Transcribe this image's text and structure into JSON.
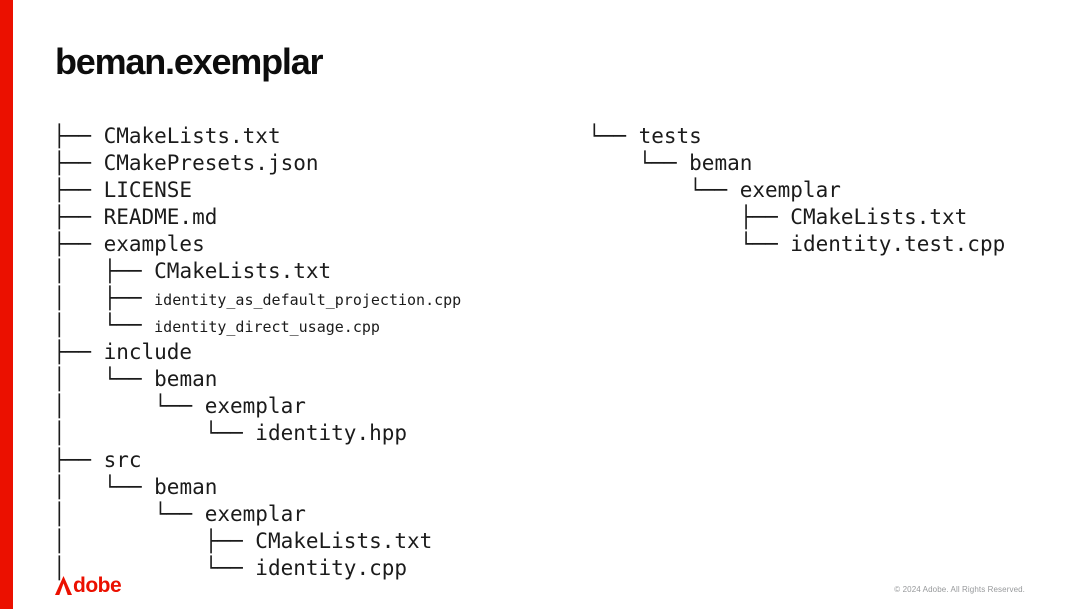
{
  "slide": {
    "title": "beman.exemplar",
    "accent_color": "#EB1000",
    "tree_text_color": "#1b1b1b"
  },
  "tree_left": {
    "lines": [
      {
        "prefix": "├── ",
        "name": "CMakeLists.txt"
      },
      {
        "prefix": "├── ",
        "name": "CMakePresets.json"
      },
      {
        "prefix": "├── ",
        "name": "LICENSE"
      },
      {
        "prefix": "├── ",
        "name": "README.md"
      },
      {
        "prefix": "├── ",
        "name": "examples"
      },
      {
        "prefix": "│   ├── ",
        "name": "CMakeLists.txt"
      },
      {
        "prefix": "│   ├── ",
        "name": "identity_as_default_projection.cpp"
      },
      {
        "prefix": "│   └── ",
        "name": "identity_direct_usage.cpp"
      },
      {
        "prefix": "├── ",
        "name": "include"
      },
      {
        "prefix": "│   └── ",
        "name": "beman"
      },
      {
        "prefix": "│       └── ",
        "name": "exemplar"
      },
      {
        "prefix": "│           └── ",
        "name": "identity.hpp"
      },
      {
        "prefix": "├── ",
        "name": "src"
      },
      {
        "prefix": "│   └── ",
        "name": "beman"
      },
      {
        "prefix": "│       └── ",
        "name": "exemplar"
      },
      {
        "prefix": "│           ├── ",
        "name": "CMakeLists.txt"
      },
      {
        "prefix": "│           └── ",
        "name": "identity.cpp"
      }
    ]
  },
  "tree_right": {
    "lines": [
      {
        "prefix": "└── ",
        "name": "tests"
      },
      {
        "prefix": "    └── ",
        "name": "beman"
      },
      {
        "prefix": "        └── ",
        "name": "exemplar"
      },
      {
        "prefix": "            ├── ",
        "name": "CMakeLists.txt"
      },
      {
        "prefix": "            └── ",
        "name": "identity.test.cpp"
      }
    ]
  },
  "footer": {
    "logo_text": "Adobe",
    "logo_wordmark_rest": "dobe",
    "copyright": "© 2024 Adobe. All Rights Reserved."
  }
}
